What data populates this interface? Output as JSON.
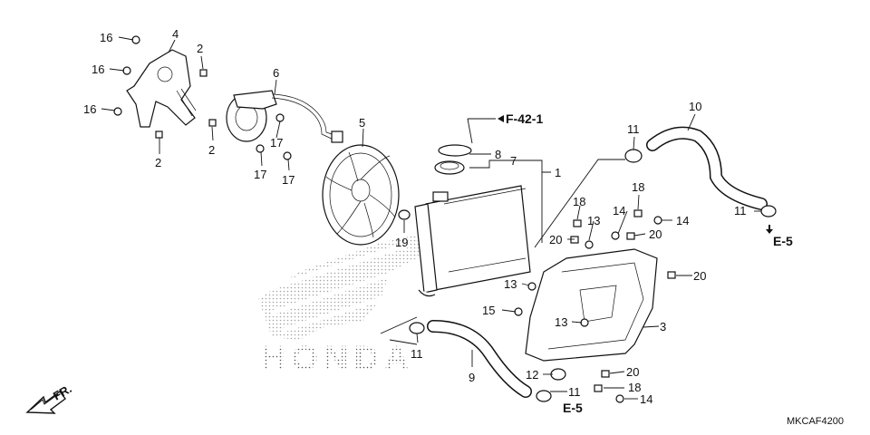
{
  "diagram": {
    "callouts": {
      "c1": "1",
      "c2a": "2",
      "c2b": "2",
      "c2c": "2",
      "c3": "3",
      "c4": "4",
      "c5": "5",
      "c6": "6",
      "c7": "7",
      "c8": "8",
      "c9": "9",
      "c10": "10",
      "c11a": "11",
      "c11b": "11",
      "c11c": "11",
      "c11d": "11",
      "c12": "12",
      "c13a": "13",
      "c13b": "13",
      "c13c": "13",
      "c14a": "14",
      "c14b": "14",
      "c14c": "14",
      "c15": "15",
      "c16a": "16",
      "c16b": "16",
      "c16c": "16",
      "c17a": "17",
      "c17b": "17",
      "c17c": "17",
      "c18a": "18",
      "c18b": "18",
      "c18c": "18",
      "c19": "19",
      "c20a": "20",
      "c20b": "20",
      "c20c": "20",
      "c20d": "20"
    },
    "refs": {
      "f421": "F-42-1",
      "e5_right": "E-5",
      "e5_bottom": "E-5"
    },
    "watermark": "HONDA",
    "front_marker": "FR.",
    "diagram_code": "MKCAF4200"
  }
}
